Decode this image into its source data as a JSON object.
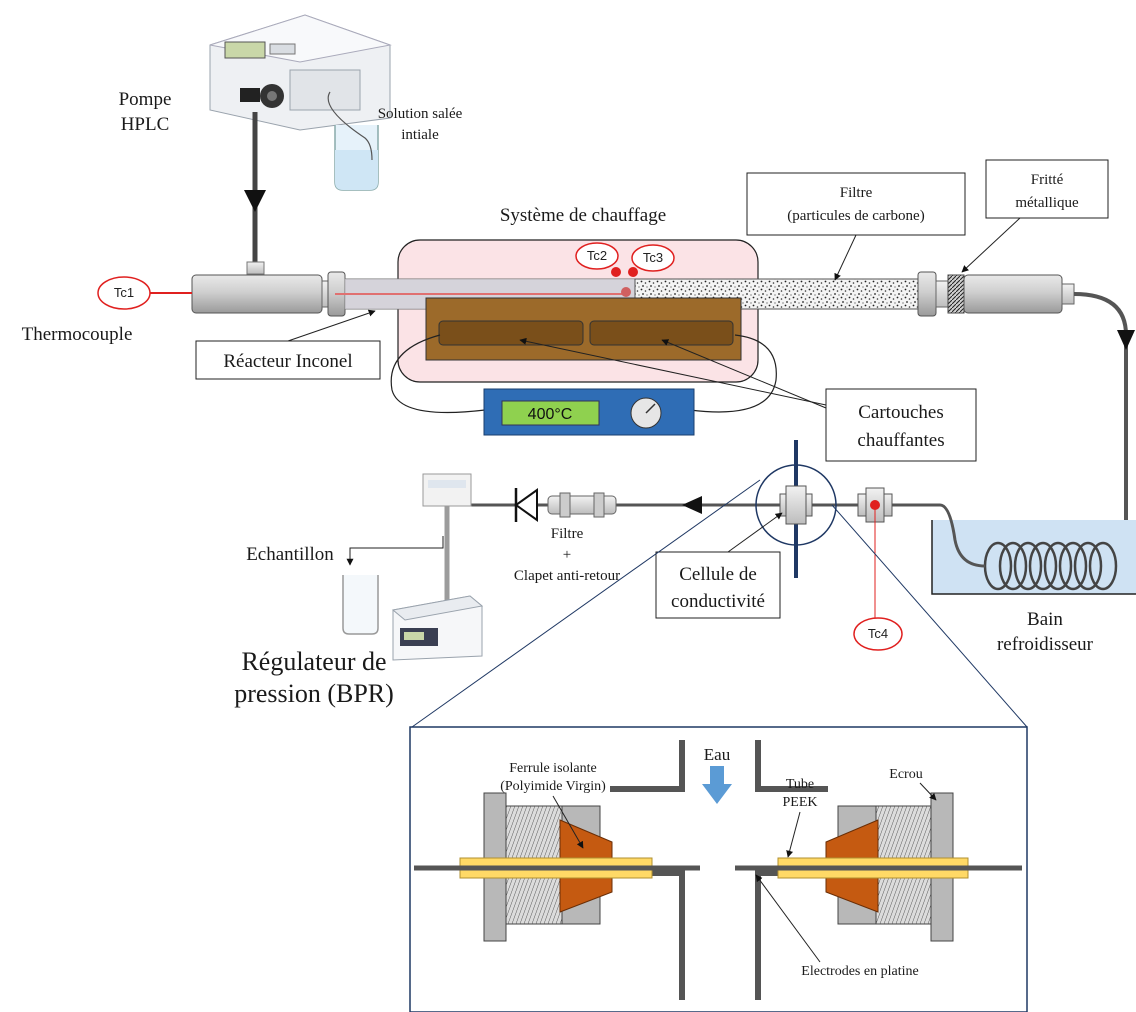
{
  "pump": {
    "line1": "Pompe",
    "line2": "HPLC"
  },
  "solution": {
    "line1": "Solution salée",
    "line2": "intiale"
  },
  "thermocouple": "Thermocouple",
  "tc": {
    "tc1": "Tc1",
    "tc2": "Tc2",
    "tc3": "Tc3",
    "tc4": "Tc4"
  },
  "heating_system": "Système de chauffage",
  "filter_top": {
    "line1": "Filtre",
    "line2": "(particules de carbone)"
  },
  "frit": {
    "line1": "Fritté",
    "line2": "métallique"
  },
  "reactor": "Réacteur Inconel",
  "controller_display": "400°C",
  "cartridges": {
    "line1": "Cartouches",
    "line2": "chauffantes"
  },
  "filter_valve": {
    "line1": "Filtre",
    "line2": "+",
    "line3": "Clapet anti-retour"
  },
  "conductivity_cell": {
    "line1": "Cellule de",
    "line2": "conductivité"
  },
  "cooling_bath": {
    "line1": "Bain",
    "line2": "refroidisseur"
  },
  "sample": "Echantillon",
  "bpr": {
    "line1": "Régulateur de",
    "line2": "pression (BPR)"
  },
  "detail": {
    "water": "Eau",
    "ferrule": {
      "line1": "Ferrule isolante",
      "line2": "(Polyimide Virgin)"
    },
    "tube": {
      "line1": "Tube",
      "line2": "PEEK"
    },
    "nut": "Ecrou",
    "electrodes": "Electrodes en platine"
  },
  "colors": {
    "heating_zone": "#fbe3e6",
    "cartridge": "#8a5a1c",
    "controller": "#2f6db5",
    "controller_display": "#8fd14f",
    "thermocouple_red": "#e0201f",
    "ferrule": "#c55a11",
    "peek_tube": "#ffd966",
    "water_arrow": "#5b9bd5",
    "bath": "#cfe2f3",
    "detail_border": "#1f3864"
  }
}
